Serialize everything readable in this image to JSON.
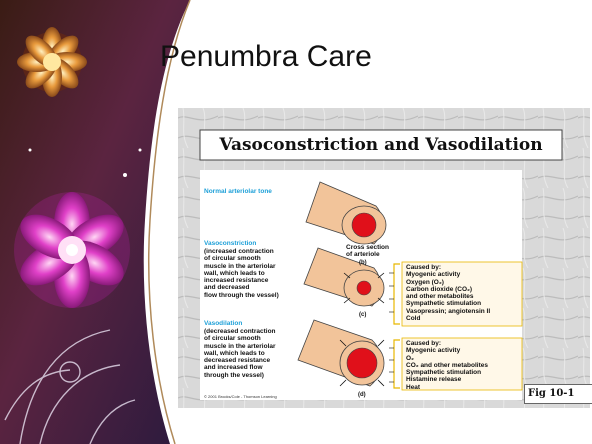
{
  "slide": {
    "title": "Penumbra Care"
  },
  "figure": {
    "heading": "Vasoconstriction and Vasodilation",
    "normal_label": "Normal arteriolar tone",
    "cross_section": "Cross section\nof arteriole",
    "letter_b": "(b)",
    "letter_c": "(c)",
    "letter_d": "(d)",
    "vasoconstriction": {
      "label": "Vasoconstriction",
      "description": "(increased contraction\nof circular smooth\nmuscle in the arteriolar\nwall, which leads to\nincreased resistance\nand decreased\nflow through the vessel)",
      "caused_by": "Caused by:\nMyogenic activity\nOxygen (O₂)\nCarbon dioxide (CO₂)\nand other metabolites\nSympathetic stimulation\nVasopressin; angiotensin II\nCold"
    },
    "vasodilation": {
      "label": "Vasodilation",
      "description": "(decreased contraction\nof circular smooth\nmuscle in the arteriolar\nwall, which leads to\ndecreased resistance\nand increased flow\nthrough the vessel)",
      "caused_by": "Caused by:\nMyogenic activity\nO₂\nCO₂ and other metabolites\nSympathetic stimulation\nHistamine release\nHeat"
    },
    "copyright": "© 2001 Brooks/Cole - Thomson Learning",
    "fig_label": "Fig 10-1"
  },
  "colors": {
    "vessel_wall": "#f2c49a",
    "lumen": "#e0101a",
    "label_cyan": "#1ea0d8",
    "caused_box": "#fff8e8",
    "bracket": "#e8b800",
    "marble": "#cfcfcf"
  }
}
